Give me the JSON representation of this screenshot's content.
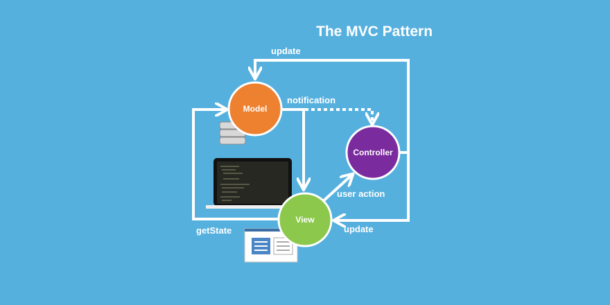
{
  "title": "The MVC Pattern",
  "colors": {
    "background": "#56b0de",
    "model": "#ee8130",
    "controller": "#7a2c9e",
    "view": "#8cc84b",
    "arrow": "#ffffff"
  },
  "nodes": {
    "model": "Model",
    "controller": "Controller",
    "view": "View"
  },
  "edges": {
    "update_top": "update",
    "notification": "notification",
    "user_action": "user action",
    "update_bottom": "update",
    "get_state": "getState"
  },
  "icons": [
    "database-icon",
    "laptop-code-icon",
    "window-layout-icon"
  ]
}
